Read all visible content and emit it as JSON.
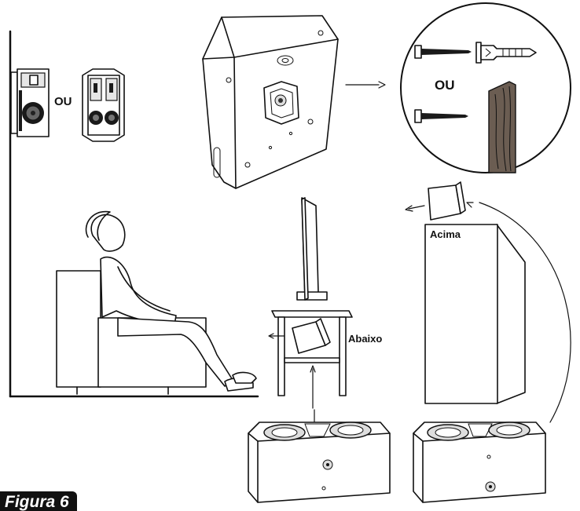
{
  "labels": {
    "ou_wall": "OU",
    "ou_fixings": "OU",
    "below": "Abaixo",
    "above": "Acima"
  },
  "figure_tag": "Figura 6"
}
